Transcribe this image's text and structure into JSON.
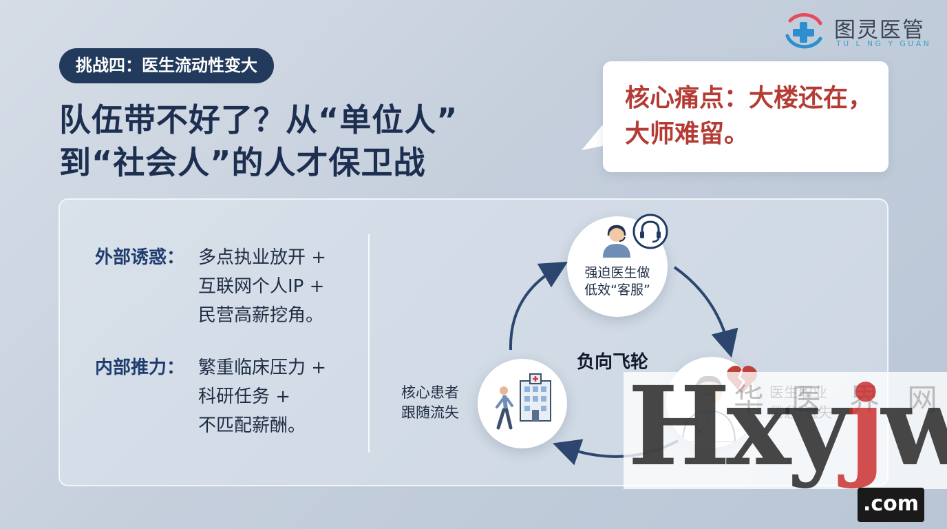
{
  "logo": {
    "name": "图灵医管",
    "sub": "TU L NG Y GUAN"
  },
  "tag": "挑战四：医生流动性变大",
  "headline": {
    "line1": "队伍带不好了？从“单位人”",
    "line2": "到“社会人”的人才保卫战"
  },
  "pain_point": {
    "line1": "核心痛点：大楼还在，",
    "line2": "大师难留。"
  },
  "factors": {
    "external": {
      "label": "外部诱惑：",
      "lines": [
        "多点执业放开 +",
        "互联网个人IP +",
        "民营高薪挖角。"
      ]
    },
    "internal": {
      "label": "内部推力：",
      "lines": [
        "繁重临床压力 +",
        "科研任务 +",
        "不匹配薪酬。"
      ]
    }
  },
  "cycle": {
    "center": "负向飞轮",
    "nodes": {
      "top": {
        "lines": [
          "强迫医生做",
          "低效“客服”"
        ],
        "icon": "headset-doctor-icon"
      },
      "right": {
        "lines": [
          "医生职业",
          "倦怠/流失"
        ],
        "icon": "sad-doctor-broken-heart-icon"
      },
      "left": {
        "lines": [
          "核心患者",
          "跟随流失"
        ],
        "icon": "patient-leaving-hospital-icon"
      }
    }
  },
  "watermark": {
    "brand": "HXYJW",
    "sub": "华医界网",
    "domain": ".com"
  },
  "colors": {
    "accent_dark": "#223a5c",
    "pain_red": "#b43c35",
    "arrow": "#2c4670"
  }
}
